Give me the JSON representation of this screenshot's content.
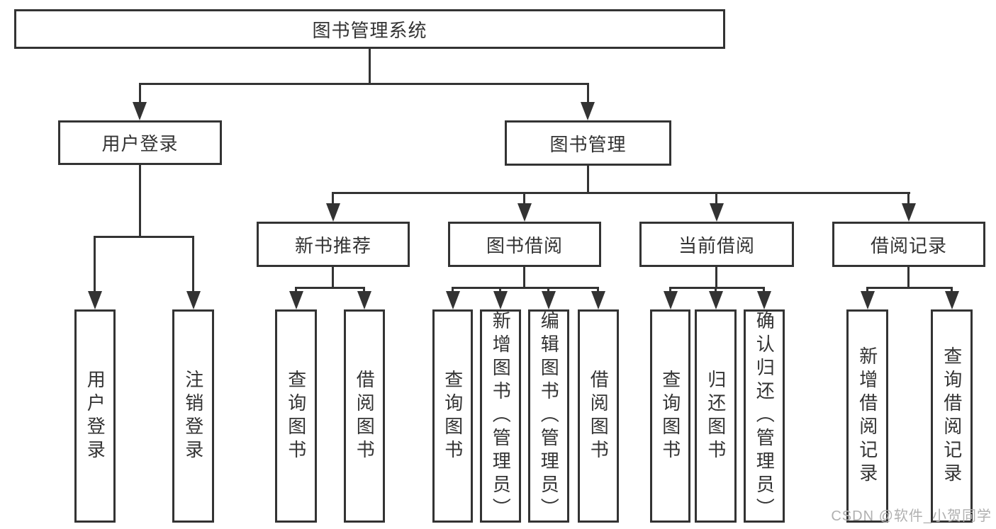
{
  "diagram": {
    "root": {
      "label": "图书管理系统"
    },
    "level2": [
      {
        "id": "user-login",
        "label": "用户登录"
      },
      {
        "id": "book-management",
        "label": "图书管理"
      }
    ],
    "level3": [
      {
        "id": "new-book-recommend",
        "label": "新书推荐"
      },
      {
        "id": "book-borrowing",
        "label": "图书借阅"
      },
      {
        "id": "current-borrowing",
        "label": "当前借阅"
      },
      {
        "id": "borrowing-records",
        "label": "借阅记录"
      }
    ],
    "leaves": {
      "user_login": [
        {
          "label": "用户登录"
        },
        {
          "label": "注销登录"
        }
      ],
      "new_book_recommend": [
        {
          "label": "查询图书"
        },
        {
          "label": "借阅图书"
        }
      ],
      "book_borrowing": [
        {
          "label": "查询图书"
        },
        {
          "label": "新增图书（管理员）"
        },
        {
          "label": "编辑图书（管理员）"
        },
        {
          "label": "借阅图书"
        }
      ],
      "current_borrowing": [
        {
          "label": "查询图书"
        },
        {
          "label": "归还图书"
        },
        {
          "label": "确认归还（管理员）"
        }
      ],
      "borrowing_records": [
        {
          "label": "新增借阅记录"
        },
        {
          "label": "查询借阅记录"
        }
      ]
    },
    "watermark": "CSDN @软件_小贺同学",
    "colors": {
      "line": "#333333",
      "text": "#333333",
      "box_background": "#ffffff",
      "page_background": "#ffffff",
      "watermark": "#b0b0b0"
    }
  }
}
